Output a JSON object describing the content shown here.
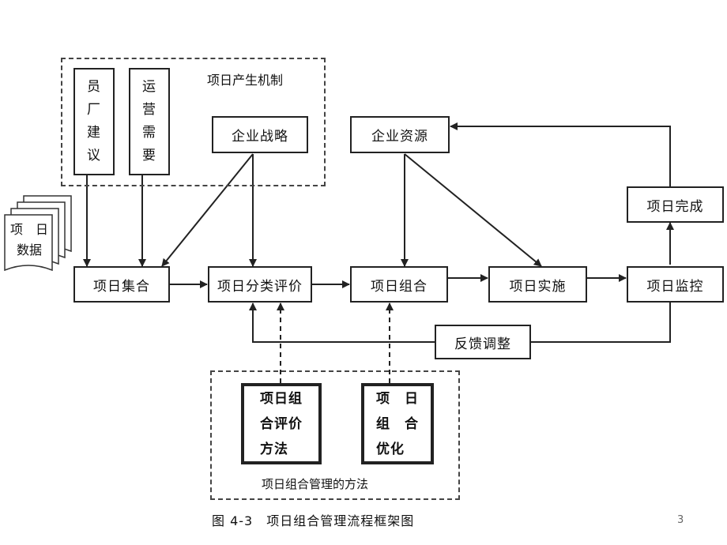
{
  "mechanism_group": {
    "title": "项日产生机制",
    "employee_suggestion": [
      "员",
      "厂",
      "建",
      "议"
    ],
    "operation_needs": [
      "运",
      "营",
      "需",
      "要"
    ],
    "strategy": "企业战略"
  },
  "project_data": [
    "项　日",
    "数据"
  ],
  "flow": {
    "collection": "项日集合",
    "classify": "项日分类评价",
    "portfolio": "项日组合",
    "implement": "项日实施",
    "monitor": "项日监控",
    "complete": "项日完成",
    "resources": "企业资源",
    "feedback": "反馈调整"
  },
  "methods_group": {
    "title": "项日组合管理的方法",
    "evaluation_method": [
      "项日组",
      "合评价",
      "方法"
    ],
    "optimization": [
      "项　日",
      "组　合",
      "优化"
    ]
  },
  "caption": "图 4-3　项日组合管理流程框架图",
  "page_number": "3"
}
